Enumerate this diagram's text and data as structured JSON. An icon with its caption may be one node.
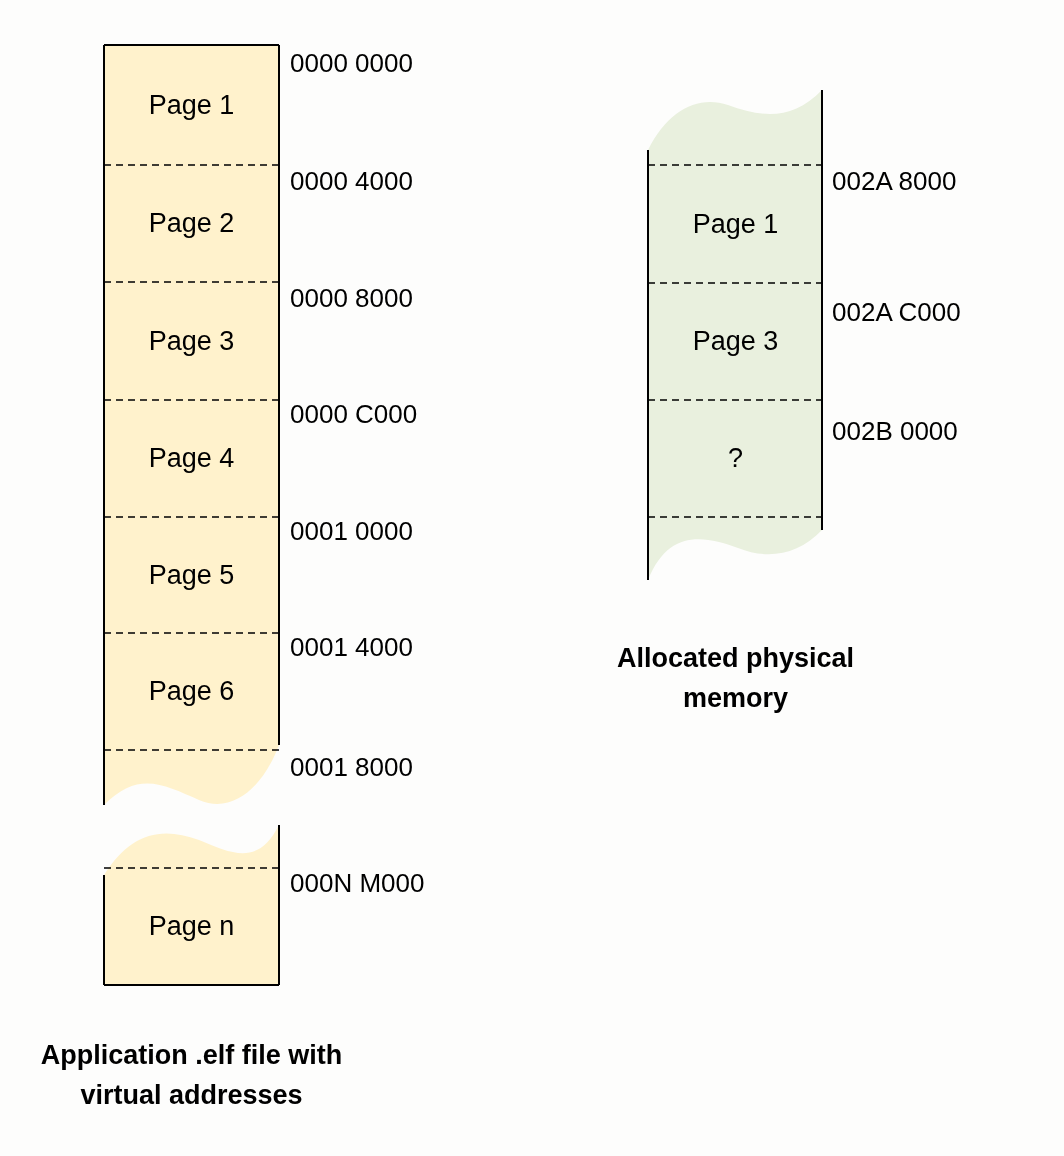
{
  "diagram": {
    "nodes": [
      {
        "text": [
          "Application .elf file with virtual addresses"
        ]
      },
      {
        "text": [
          "Page 1"
        ],
        "in": 0
      },
      {
        "text": [
          "Page 2"
        ],
        "in": 0
      },
      {
        "text": [
          "Page 3"
        ],
        "in": 0
      },
      {
        "text": [
          "Page 4"
        ],
        "in": 0
      },
      {
        "text": [
          "Page 5"
        ],
        "in": 0
      },
      {
        "text": [
          "Page 6"
        ],
        "in": 0
      },
      {
        "text": [
          "Page n"
        ],
        "in": 0
      },
      {
        "text": [
          "Allocated physical memory"
        ]
      },
      {
        "text": [
          "Page 1"
        ],
        "in": 8
      },
      {
        "text": [
          "Page 3"
        ],
        "in": 8
      },
      {
        "text": [
          "?"
        ],
        "in": 8
      }
    ],
    "labels": [
      "0000 0000",
      "0000 4000",
      "0000 8000",
      "0000 C000",
      "0001 0000",
      "0001 4000",
      "0001 8000",
      "000N M000",
      "002A 8000",
      "002A C000",
      "002B 0000"
    ]
  }
}
